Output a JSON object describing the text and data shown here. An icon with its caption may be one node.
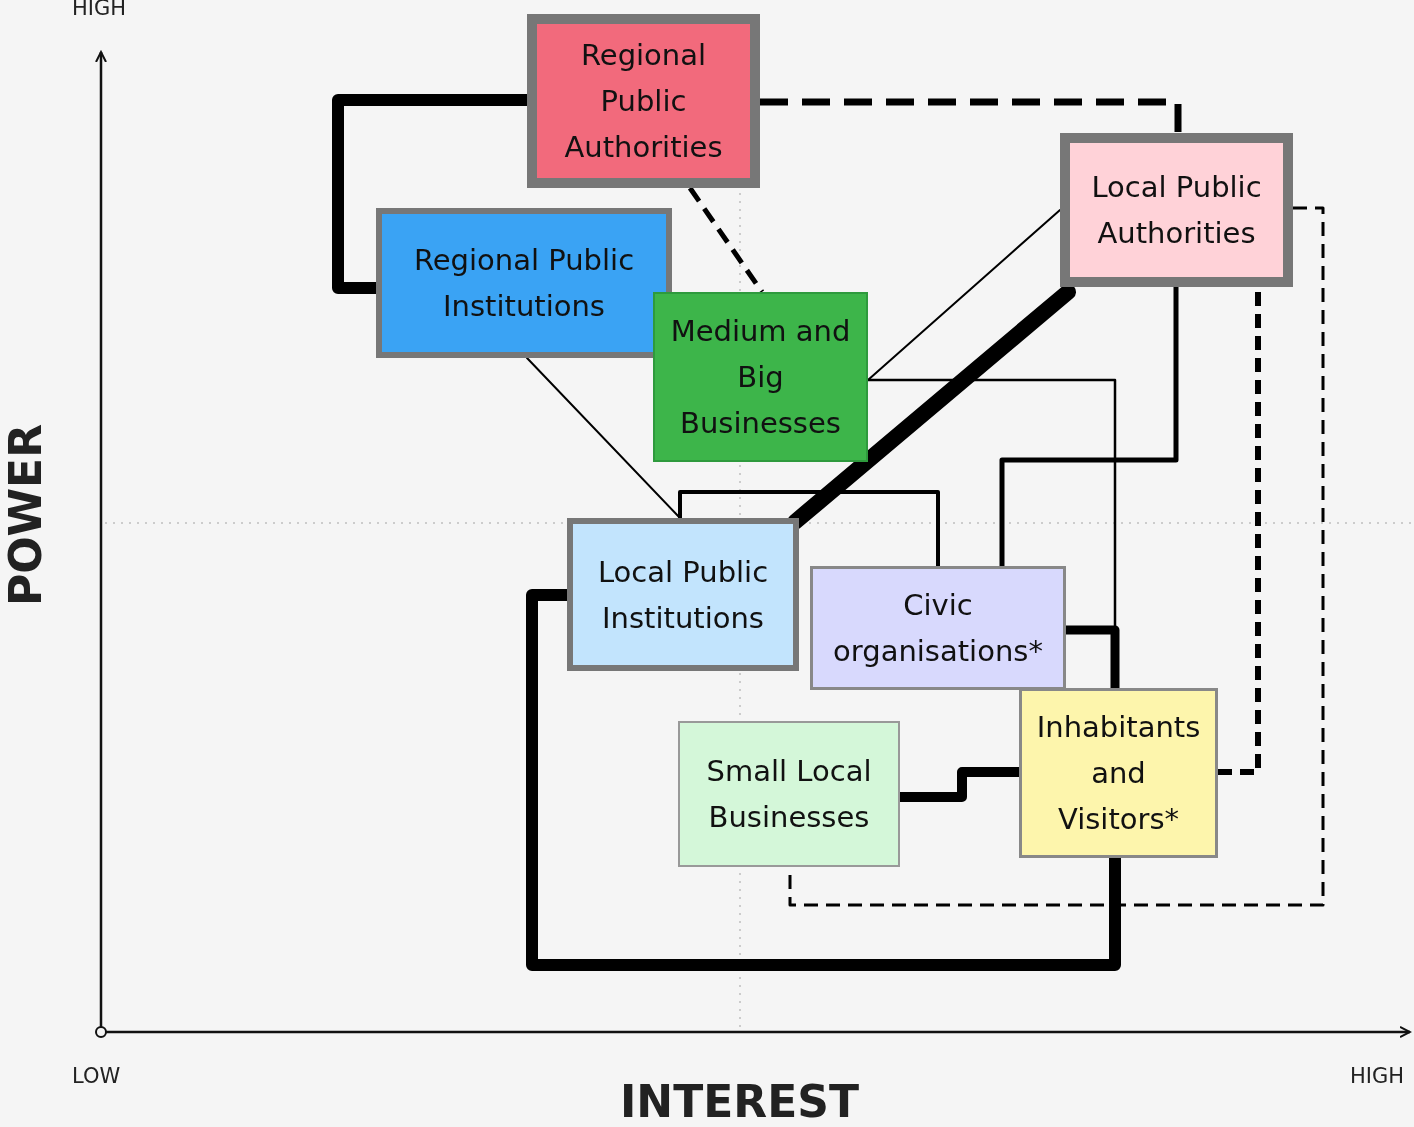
{
  "diagram": {
    "nodes": [
      {
        "text": [
          "Regional Public Authorities"
        ]
      },
      {
        "text": [
          "Local Public Authorities"
        ]
      },
      {
        "text": [
          "Regional Public Institutions"
        ]
      },
      {
        "text": [
          "Medium and Big Businesses"
        ]
      },
      {
        "text": [
          "Local Public Institutions"
        ]
      },
      {
        "text": [
          "Civic organisations*"
        ]
      },
      {
        "text": [
          "Small Local Businesses"
        ]
      },
      {
        "text": [
          "Inhabitants and Visitors*"
        ]
      }
    ],
    "edges": [
      {
        "from": 0,
        "to": 2,
        "arrow": "none",
        "style": "thick"
      },
      {
        "from": 0,
        "to": 1,
        "arrow": "none",
        "style": "dashed"
      },
      {
        "from": 0,
        "to": 3,
        "arrow": "none",
        "style": "dashed"
      },
      {
        "from": 1,
        "to": 3,
        "arrow": "none"
      },
      {
        "from": 1,
        "to": 4,
        "arrow": "none",
        "style": "thick"
      },
      {
        "from": 1,
        "to": 5,
        "arrow": "none"
      },
      {
        "from": 1,
        "to": 6,
        "arrow": "none",
        "style": "dashed"
      },
      {
        "from": 1,
        "to": 7,
        "arrow": "none",
        "style": "dashed"
      },
      {
        "from": 2,
        "to": 4,
        "arrow": "none"
      },
      {
        "from": 3,
        "to": 7,
        "arrow": "none"
      },
      {
        "from": 4,
        "to": 5,
        "arrow": "none"
      },
      {
        "from": 4,
        "to": 7,
        "arrow": "none",
        "style": "thick"
      },
      {
        "from": 5,
        "to": 7,
        "arrow": "none",
        "style": "thick"
      },
      {
        "from": 6,
        "to": 7,
        "arrow": "none",
        "style": "thick"
      }
    ],
    "labels": [
      "HIGH",
      "POWER",
      "LOW",
      "INTEREST",
      "HIGH"
    ]
  }
}
